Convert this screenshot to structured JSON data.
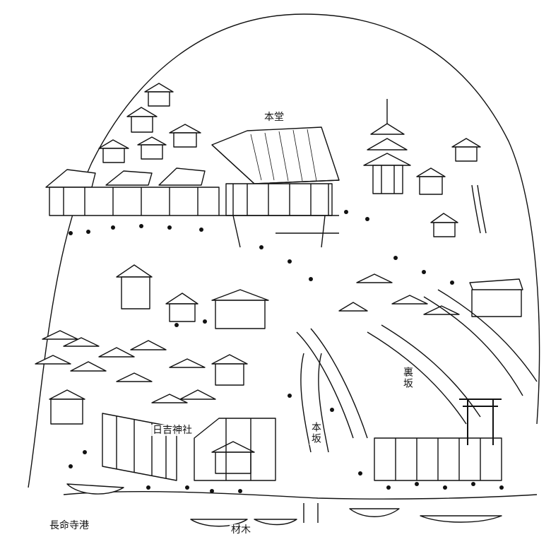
{
  "labels": {
    "main_hall": "本堂",
    "hie_shrine": "日吉神社",
    "ura_slope": "裏坂",
    "hon_slope": "本坂",
    "port": "長命寺港",
    "timber": "材木"
  },
  "colors": {
    "ink": "#111111",
    "paper": "#ffffff"
  }
}
